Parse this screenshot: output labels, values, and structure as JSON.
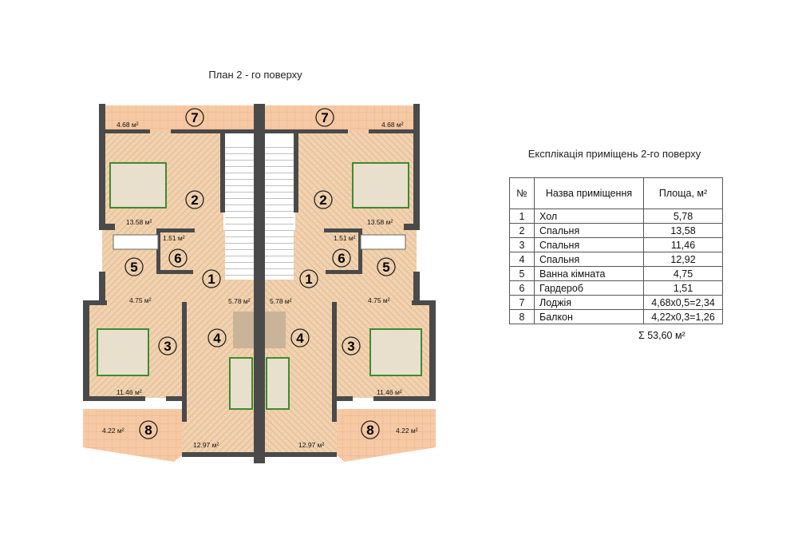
{
  "plan_title": "План 2 - го поверху",
  "table_title": "Експлікація приміщень 2-го поверху",
  "table": {
    "headers": {
      "num": "№",
      "name": "Назва приміщення",
      "area": "Площа, м²"
    },
    "rows": [
      {
        "num": "1",
        "name": "Хол",
        "area": "5,78"
      },
      {
        "num": "2",
        "name": "Спальня",
        "area": "13,58"
      },
      {
        "num": "3",
        "name": "Спальня",
        "area": "11,46"
      },
      {
        "num": "4",
        "name": "Спальня",
        "area": "12,92"
      },
      {
        "num": "5",
        "name": "Ванна кімната",
        "area": "4,75"
      },
      {
        "num": "6",
        "name": "Гардероб",
        "area": "1,51"
      },
      {
        "num": "7",
        "name": "Лоджія",
        "area": "4,68x0,5=2,34"
      },
      {
        "num": "8",
        "name": "Балкон",
        "area": "4,22x0,3=1,26"
      }
    ],
    "total": "Σ 53,60 м²"
  },
  "plan": {
    "room_numbers": {
      "left": {
        "r1": "1",
        "r2": "2",
        "r3": "3",
        "r4": "4",
        "r5": "5",
        "r6": "6",
        "r7": "7",
        "r8": "8"
      },
      "right": {
        "r1": "1",
        "r2": "2",
        "r3": "3",
        "r4": "4",
        "r5": "5",
        "r6": "6",
        "r7": "7",
        "r8": "8"
      }
    },
    "areas": {
      "left": {
        "a7": "4.68 м²",
        "a2": "13.58 м²",
        "a6": "1.51 м²",
        "a5": "4.75 м²",
        "a1": "5.78 м²",
        "a3": "11.46 м²",
        "a8": "4.22 м²",
        "a4": "12.97 м²"
      },
      "right": {
        "a7": "4.68 м²",
        "a2": "13.58 м²",
        "a6": "1.51 м²",
        "a5": "4.75 м²",
        "a1": "5.78 м²",
        "a3": "11.46 м²",
        "a8": "4.22 м²",
        "a4": "12.97 м²"
      }
    },
    "colors": {
      "wall": "#4a4a4a",
      "floor": "#f1d3b1",
      "terrace": "#f7c8a3",
      "bed": "#3f8a32"
    }
  }
}
